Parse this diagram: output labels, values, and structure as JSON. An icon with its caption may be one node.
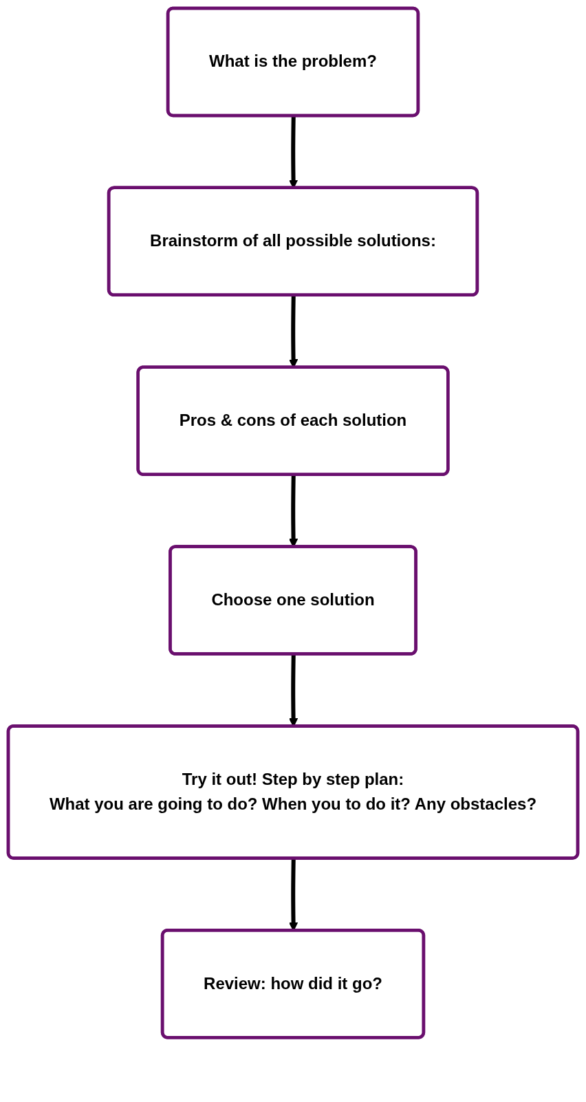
{
  "diagram": {
    "nodes": [
      {
        "text": [
          "What is the problem?"
        ]
      },
      {
        "text": [
          "Brainstorm of all possible solutions:"
        ]
      },
      {
        "text": [
          "Pros & cons of each solution"
        ]
      },
      {
        "text": [
          "Choose one solution"
        ]
      },
      {
        "text": [
          "Try it out! Step by step plan:",
          "What you are going to do? When you to do it? Any obstacles?"
        ]
      },
      {
        "text": [
          "Review: how did it go?"
        ]
      }
    ],
    "edges": [
      {
        "from": 0,
        "to": 1,
        "arrow": "to"
      },
      {
        "from": 1,
        "to": 2,
        "arrow": "to"
      },
      {
        "from": 2,
        "to": 3,
        "arrow": "to"
      },
      {
        "from": 3,
        "to": 4,
        "arrow": "to"
      },
      {
        "from": 4,
        "to": 5,
        "arrow": "to"
      }
    ]
  }
}
